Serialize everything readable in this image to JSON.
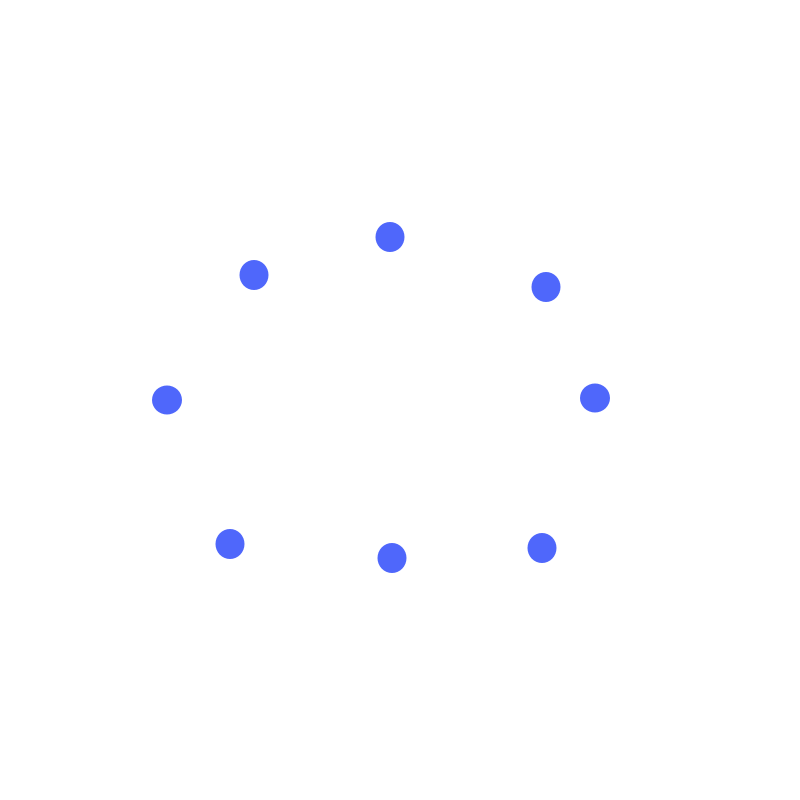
{
  "background_color": "#ffffff",
  "dot_color": "#4f67fb",
  "dots": [
    {
      "id": "dot-top"
    },
    {
      "id": "dot-top-left"
    },
    {
      "id": "dot-top-right"
    },
    {
      "id": "dot-left"
    },
    {
      "id": "dot-right"
    },
    {
      "id": "dot-bottom-left"
    },
    {
      "id": "dot-bottom"
    },
    {
      "id": "dot-bottom-right"
    }
  ]
}
